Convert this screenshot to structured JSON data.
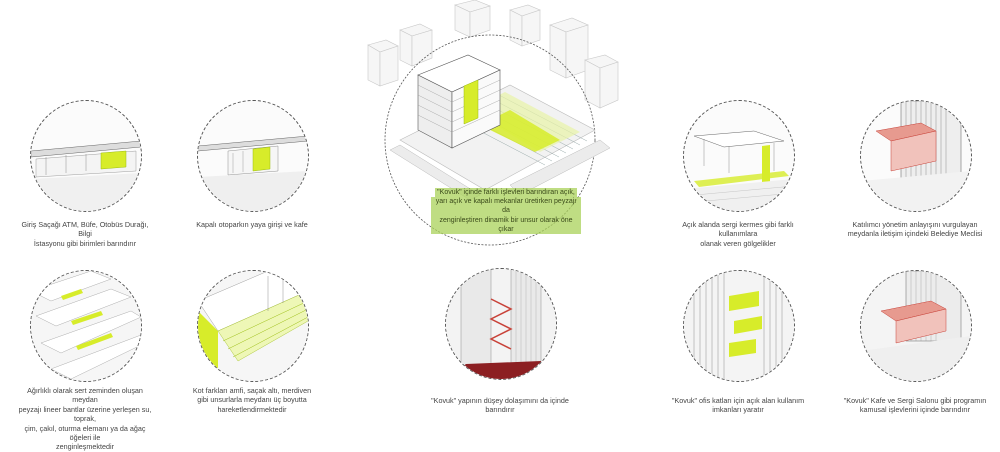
{
  "colors": {
    "accent": "#d7ec2a",
    "accent_dark": "#9bbd12",
    "red": "#c8433a",
    "line": "#555555",
    "highlight_bg": "#b6d86a"
  },
  "panels": [
    {
      "id": "p1",
      "caption": [
        "Giriş Saçağı ATM, Büfe, Otobüs Durağı, Bilgi",
        "İstasyonu gibi birimleri barındırır"
      ]
    },
    {
      "id": "p2",
      "caption": [
        "Kapalı otoparkın yaya girişi ve kafe"
      ]
    },
    {
      "id": "p3",
      "caption": [
        "Açık alanda sergi kermes gibi farklı kullanımlara",
        "olanak veren gölgelikler"
      ]
    },
    {
      "id": "p4",
      "caption": [
        "Katılımcı yönetim anlayışını vurgulayan",
        "meydanla iletişim içindeki Belediye Meclisi"
      ]
    },
    {
      "id": "p5",
      "caption": [
        "Ağırlıklı olarak sert zeminden oluşan meydan",
        "peyzajı lineer bantlar üzerine yerleşen su, toprak,",
        "çim, çakıl, oturma elemanı ya da ağaç öğeleri ile",
        "zenginleşmektedir"
      ]
    },
    {
      "id": "p6",
      "caption": [
        "Kot farkları amfi, saçak altı, merdiven",
        "gibi unsurlarla meydanı üç boyutta",
        "hareketlendirmektedir"
      ]
    },
    {
      "id": "p7",
      "caption": [
        "\"Kovuk\" yapının düşey dolaşımını da içinde",
        "barındırır"
      ]
    },
    {
      "id": "p8",
      "caption": [
        "\"Kovuk\" ofis katları için açık alan kullanım",
        "imkanları yaratır"
      ]
    },
    {
      "id": "p9",
      "caption": [
        "\"Kovuk\" Kafe ve Sergi Salonu gibi programın",
        "kamusal işlevlerini içinde barındırır"
      ]
    }
  ],
  "main": {
    "highlight": [
      "\"Kovuk\" içinde farklı işlevleri barındıran açık,",
      "yarı açık ve kapalı mekanlar üretirken peyzajı da",
      "zenginleştiren dinamik bir unsur olarak öne çıkar"
    ]
  }
}
